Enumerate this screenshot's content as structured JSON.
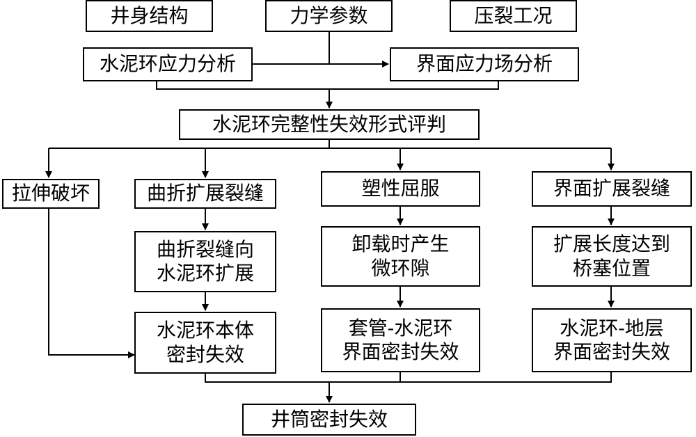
{
  "diagram": {
    "nodes": {
      "well_structure": "井身结构",
      "mechanical_params": "力学参数",
      "fracturing_conditions": "压裂工况",
      "cement_stress_analysis": "水泥环应力分析",
      "interface_stress_analysis": "界面应力场分析",
      "failure_mode_evaluation": "水泥环完整性失效形式评判",
      "tensile_failure": "拉伸破坏",
      "tortuous_crack": "曲折扩展裂缝",
      "plastic_yield": "塑性屈服",
      "interface_crack": "界面扩展裂缝",
      "tortuous_crack_propagation": "曲折裂缝向\n水泥环扩展",
      "micro_annulus": "卸载时产生\n微环隙",
      "crack_reaches_plug": "扩展长度达到\n桥塞位置",
      "cement_body_failure": "水泥环本体\n密封失效",
      "casing_cement_failure": "套管-水泥环\n界面密封失效",
      "cement_formation_failure": "水泥环-地层\n界面密封失效",
      "wellbore_seal_failure": "井筒密封失效"
    }
  }
}
